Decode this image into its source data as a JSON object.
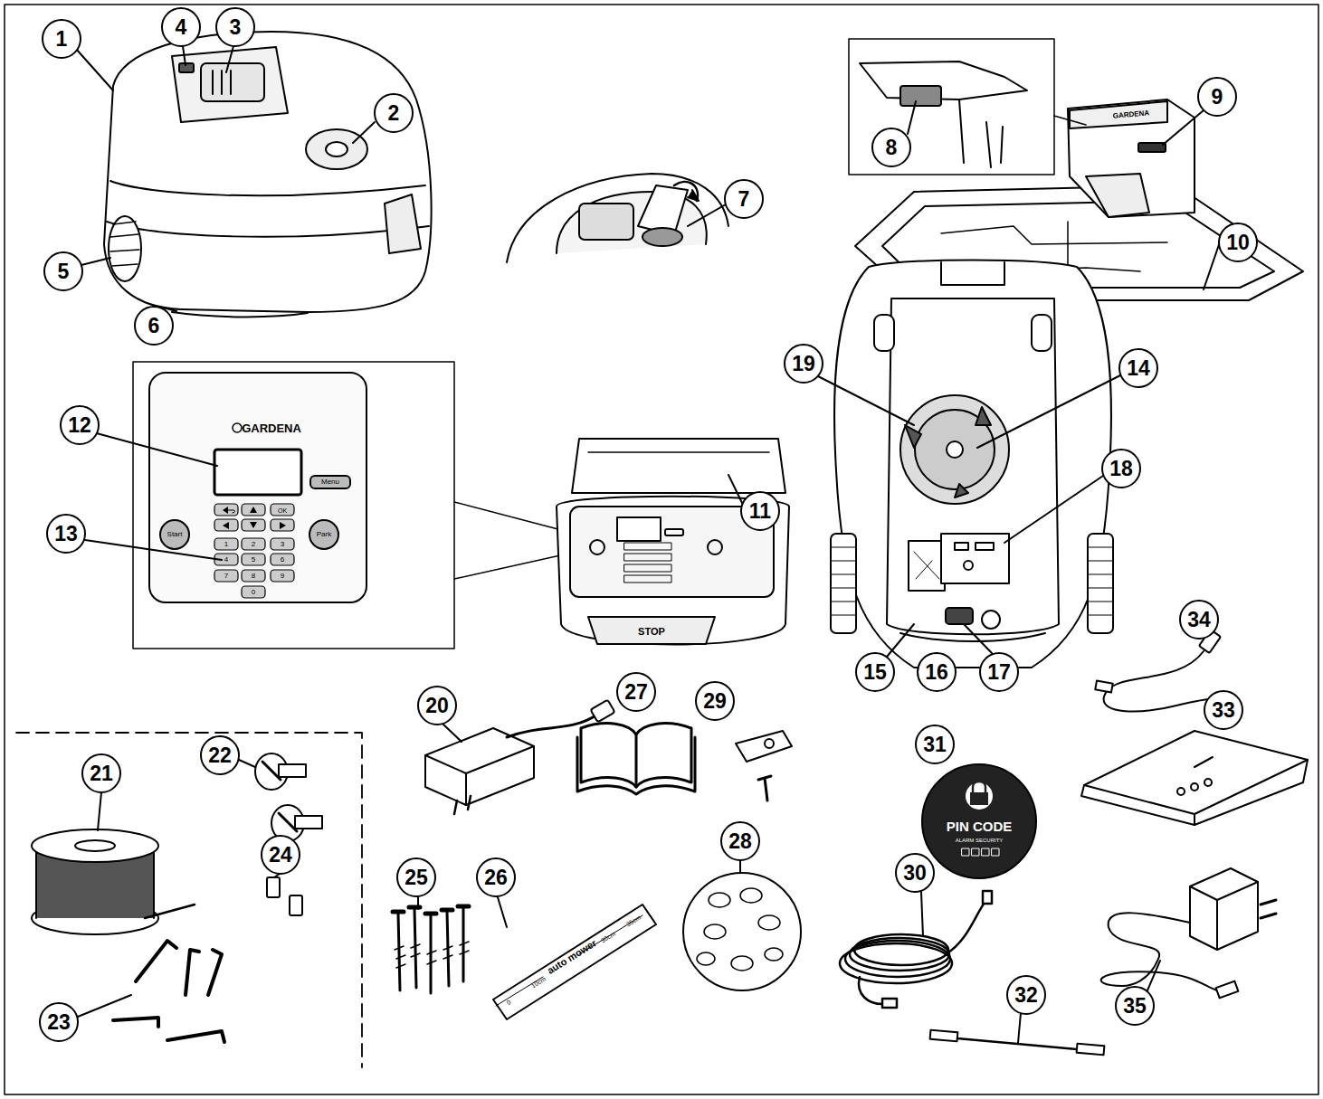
{
  "diagram": {
    "labels": [
      "1",
      "4",
      "3",
      "2",
      "7",
      "8",
      "9",
      "10",
      "5",
      "6",
      "19",
      "14",
      "12",
      "GARDENA",
      "Menu",
      "Start",
      "OK",
      "Park",
      "1",
      "2",
      "3",
      "4",
      "5",
      "6",
      "7",
      "8",
      "9",
      "0",
      "13",
      "11",
      "STOP",
      "18",
      "34",
      "15",
      "16",
      "17",
      "20",
      "27",
      "29",
      "31",
      "PIN CODE",
      "ALARM SECURITY",
      "33",
      "21",
      "22",
      "25",
      "26",
      "28",
      "30",
      "24",
      "23",
      "32",
      "35",
      "0",
      "10cm",
      "30cm",
      "35cm",
      "auto mower",
      "GARDENA"
    ]
  }
}
